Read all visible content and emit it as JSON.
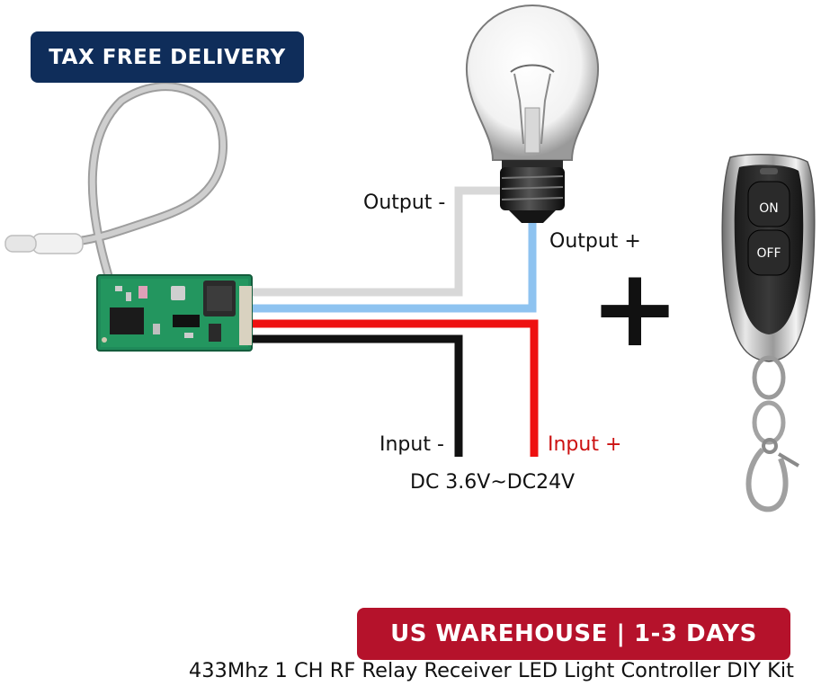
{
  "badges": {
    "top": "TAX FREE DELIVERY",
    "bottom": "US WAREHOUSE | 1-3 DAYS"
  },
  "labels": {
    "output_minus": "Output -",
    "output_plus": "Output +",
    "input_minus": "Input -",
    "input_plus": "Input +",
    "voltage": "DC 3.6V~DC24V"
  },
  "remote": {
    "on_label": "ON",
    "off_label": "OFF"
  },
  "plus_sign": "+",
  "caption": "433Mhz 1 CH RF Relay Receiver LED Light Controller DIY Kit",
  "colors": {
    "tax_badge": "#0f2d5a",
    "us_badge": "#b5122b",
    "wire_output_minus": "#d8d8d8",
    "wire_output_plus": "#8ec3f0",
    "wire_input_plus": "#ee1111",
    "wire_input_minus": "#111111",
    "input_plus_text": "#cc1111",
    "pcb": "#1f8a5a"
  }
}
